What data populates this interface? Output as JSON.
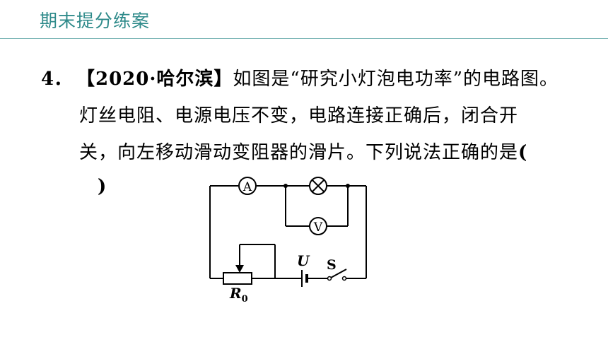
{
  "header": {
    "title": "期末提分练案"
  },
  "question": {
    "number": "4．",
    "source": "【2020·哈尔滨】",
    "line1_text": "如图是“研究小灯泡电功率”的电路图。",
    "line2": "灯丝电阻、电源电压不变，电路连接正确后，闭合开",
    "line3_text": "关，向左移动滑动变阻器的滑片。下列说法正确的是",
    "line3_paren": "(",
    "line4": ")"
  },
  "circuit": {
    "ammeter_label": "A",
    "voltmeter_label": "V",
    "rheostat_label": "R",
    "rheostat_sub": "0",
    "source_label": "U",
    "switch_label": "S"
  },
  "colors": {
    "header": "#2e8a8a",
    "rule": "#7fb8b8",
    "text": "#000000"
  }
}
